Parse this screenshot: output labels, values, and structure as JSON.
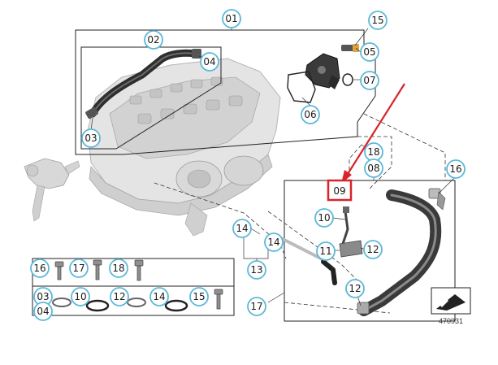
{
  "diagram": {
    "reference_number": "470931",
    "highlighted_callout": "09",
    "callouts": {
      "c01": "01",
      "c02": "02",
      "c03_top": "03",
      "c04_top": "04",
      "c05": "05",
      "c06": "06",
      "c07": "07",
      "c09": "09",
      "c10": "10",
      "c11": "11",
      "c12_mid": "12",
      "c12_low": "12",
      "c13": "13",
      "c14_left": "14",
      "c14_right": "14",
      "c15_top": "15",
      "c16_right": "16",
      "c17": "17",
      "c18_right": "18",
      "c08": "08",
      "k16": "16",
      "k17": "17",
      "k18": "18",
      "k03": "03",
      "k04": "04",
      "k10": "10",
      "k12": "12",
      "k14": "14",
      "k15": "15"
    },
    "colors": {
      "callout_stroke": "#5bb8d8",
      "highlight_red": "#d9232a",
      "line": "#222222",
      "part_dark": "#3a3a3a",
      "part_light": "#d8d8d8"
    }
  }
}
